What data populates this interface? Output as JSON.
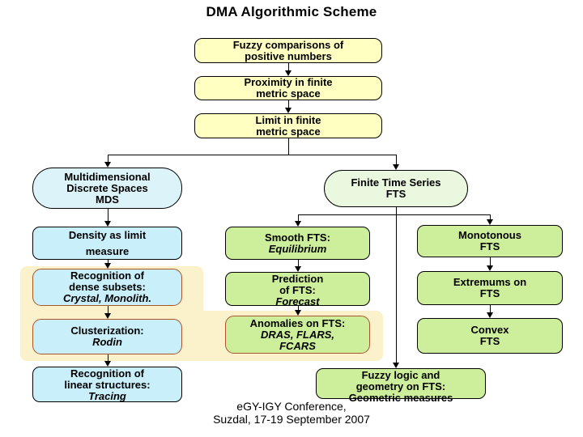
{
  "title": "DMA Algorithmic Scheme",
  "colors": {
    "yellow_box": "#FFFFC2",
    "blue_stadium": "#DCF3FA",
    "blue_box": "#C9EFFB",
    "green_stadium": "#E9F8DE",
    "green_box": "#CDEF9B",
    "highlight_band": "#FBF2CB",
    "accent_border": "#A9552E"
  },
  "nodes": {
    "fuzzy_comparisons": {
      "label": "Fuzzy comparisons of\npositive numbers"
    },
    "proximity": {
      "label": "Proximity in finite\nmetric space"
    },
    "limit": {
      "label": "Limit in finite\nmetric space"
    },
    "mds": {
      "label": "Multidimensional\nDiscrete Spaces\nMDS"
    },
    "fts": {
      "label": "Finite Time Series\nFTS"
    },
    "density": {
      "label": "Density as limit\nmeasure"
    },
    "dense_subsets": {
      "label": "Recognition of\ndense subsets:",
      "italic": "Crystal, Monolith."
    },
    "clusterization": {
      "label": "Clusterization:",
      "italic": "Rodin"
    },
    "linear_structures": {
      "label": "Recognition of\nlinear structures:",
      "italic": "Tracing"
    },
    "smooth_fts": {
      "label": "Smooth FTS:",
      "italic": "Equilibrium"
    },
    "prediction_fts": {
      "label": "Prediction\nof FTS:",
      "italic": "Forecast"
    },
    "anomalies_fts": {
      "label": "Anomalies on FTS:",
      "italic": "DRAS, FLARS,\nFCARS"
    },
    "fuzzy_logic_fts": {
      "label": "Fuzzy logic and\ngeometry on FTS:\nGeometric measures"
    },
    "monotonous_fts": {
      "label": "Monotonous\nFTS"
    },
    "extremums_fts": {
      "label": "Extremums on\nFTS"
    },
    "convex_fts": {
      "label": "Convex\nFTS"
    }
  },
  "footer": {
    "line1": "eGY-IGY Conference,",
    "line2": "Suzdal, 17-19 September 2007"
  }
}
